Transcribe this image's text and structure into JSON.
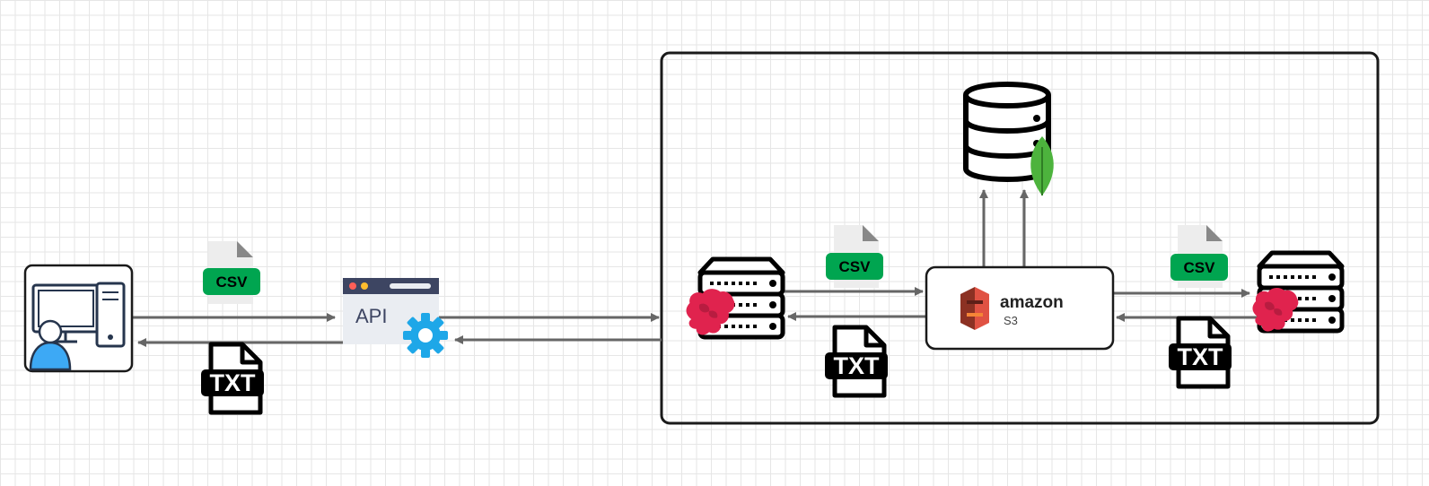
{
  "diagram": {
    "client_icon": "desktop-user-icon",
    "api": {
      "label": "API",
      "icon": "api-window-gear-icon"
    },
    "files": {
      "csv": "CSV",
      "txt": "TXT"
    },
    "storage": {
      "brand": "amazon",
      "service": "S3",
      "icon": "aws-s3-bucket-icon"
    },
    "database_icon": "database-mongodb-icon",
    "server_icon": "server-nestjs-icon",
    "colors": {
      "stroke": "#1a1a1a",
      "arrow": "#666666",
      "csv_badge": "#00a550",
      "nest_red": "#e0234e",
      "mongo_green": "#4db33d",
      "s3_orange": "#e05243",
      "user_blue": "#3da9f5",
      "gear_blue": "#1ea7e8"
    }
  }
}
